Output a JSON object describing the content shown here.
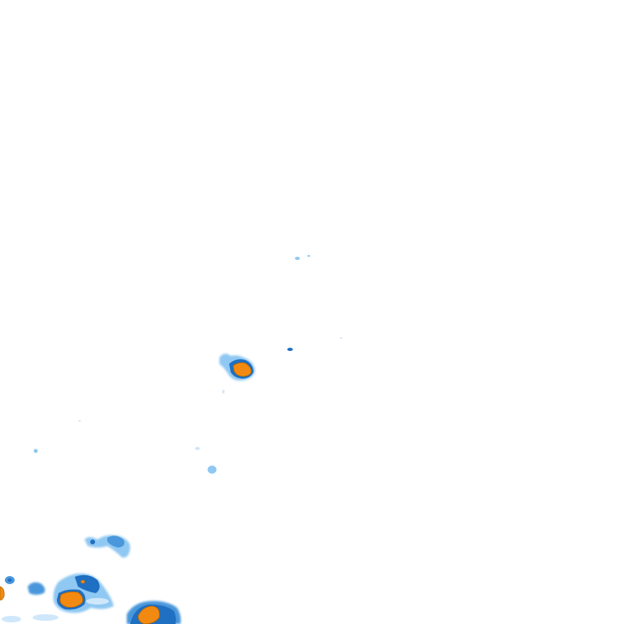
{
  "map": {
    "type": "precipitation-radar-overlay",
    "background_color": "#ffffff",
    "legend_colors": {
      "very_light": "#cfe7fb",
      "light": "#8fc8f2",
      "moderate": "#4a97db",
      "heavy": "#1f6fc2",
      "intense": "#f28a12",
      "intense_outline": "#b86400"
    },
    "cells": [
      {
        "id": "cell-central",
        "intensity_peak": "intense"
      },
      {
        "id": "cell-southwest-a",
        "intensity_peak": "intense"
      },
      {
        "id": "cell-southwest-b",
        "intensity_peak": "intense"
      },
      {
        "id": "cell-southwest-c",
        "intensity_peak": "moderate"
      },
      {
        "id": "cell-southwest-d",
        "intensity_peak": "moderate"
      }
    ]
  }
}
